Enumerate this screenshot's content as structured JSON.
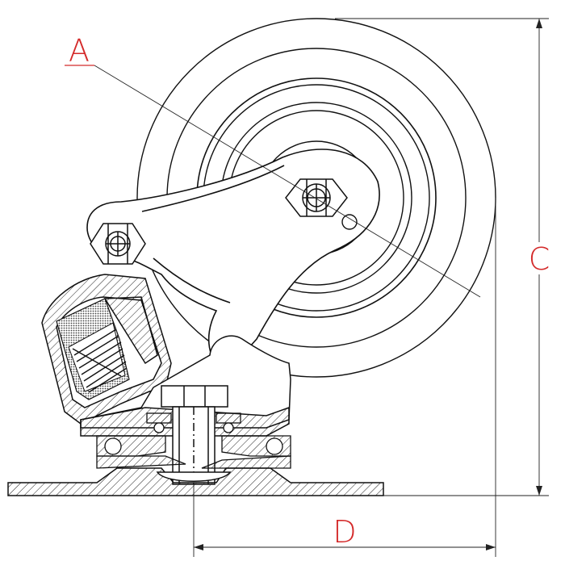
{
  "drawing": {
    "labels": {
      "a": "A",
      "c": "C",
      "d": "D"
    },
    "colors": {
      "outline": "#111111",
      "dimension": "#d42a2a",
      "background": "#ffffff",
      "hatch": "#222222",
      "spring_pad": "#555555"
    }
  }
}
